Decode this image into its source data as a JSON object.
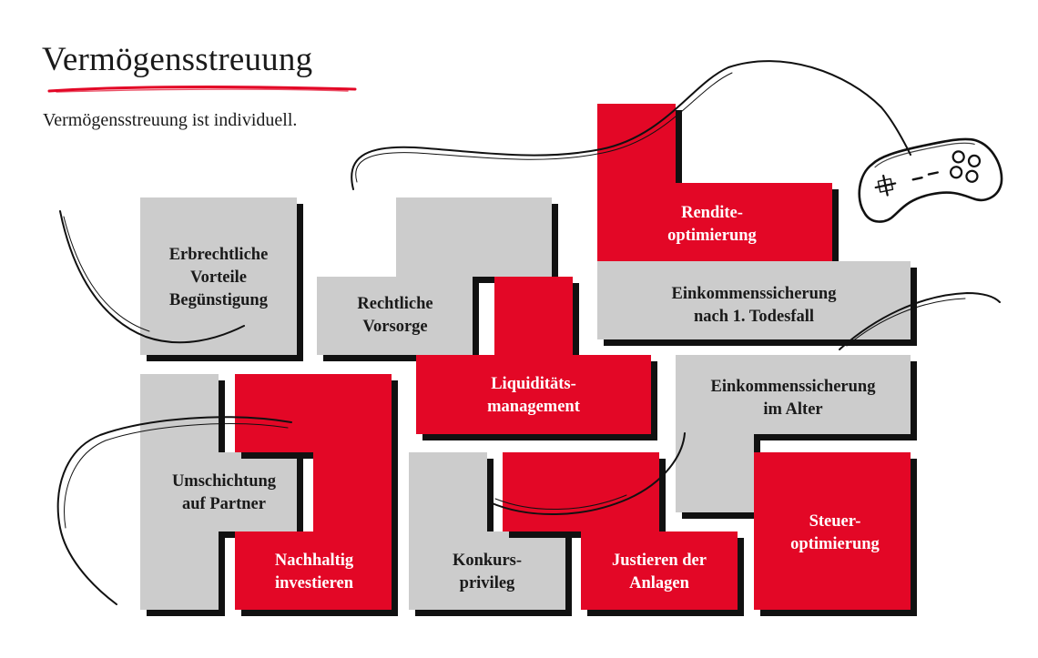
{
  "title": "Vermögensstreuung",
  "subtitle": "Vermögensstreuung ist individuell.",
  "colors": {
    "red": "#e30726",
    "gray": "#cccccc",
    "shadow": "#111111",
    "ink": "#1a1a1a"
  },
  "icons": [
    "gamepad-icon"
  ],
  "blocks": [
    {
      "id": "erbrechtliche-vorteile",
      "color": "gray",
      "lines": [
        "Erbrechtliche",
        "Vorteile",
        "Begünstigung"
      ]
    },
    {
      "id": "rechtliche-vorsorge",
      "color": "gray",
      "lines": [
        "Rechtliche",
        "Vorsorge"
      ]
    },
    {
      "id": "renditeoptimierung",
      "color": "red",
      "lines": [
        "Rendite-",
        "optimierung"
      ]
    },
    {
      "id": "einkommenssicherung-todesfall",
      "color": "gray",
      "lines": [
        "Einkommenssicherung",
        "nach 1. Todesfall"
      ]
    },
    {
      "id": "liquiditaetsmanagement",
      "color": "red",
      "lines": [
        "Liquiditäts-",
        "management"
      ]
    },
    {
      "id": "einkommenssicherung-alter",
      "color": "gray",
      "lines": [
        "Einkommenssicherung",
        "im Alter"
      ]
    },
    {
      "id": "umschichtung-partner",
      "color": "gray",
      "lines": [
        "Umschichtung",
        "auf Partner"
      ]
    },
    {
      "id": "nachhaltig-investieren",
      "color": "red",
      "lines": [
        "Nachhaltig",
        "investieren"
      ]
    },
    {
      "id": "konkursprivileg",
      "color": "gray",
      "lines": [
        "Konkurs-",
        "privileg"
      ]
    },
    {
      "id": "justieren-anlagen",
      "color": "red",
      "lines": [
        "Justieren der",
        "Anlagen"
      ]
    },
    {
      "id": "steueroptimierung",
      "color": "red",
      "lines": [
        "Steuer-",
        "optimierung"
      ]
    }
  ]
}
